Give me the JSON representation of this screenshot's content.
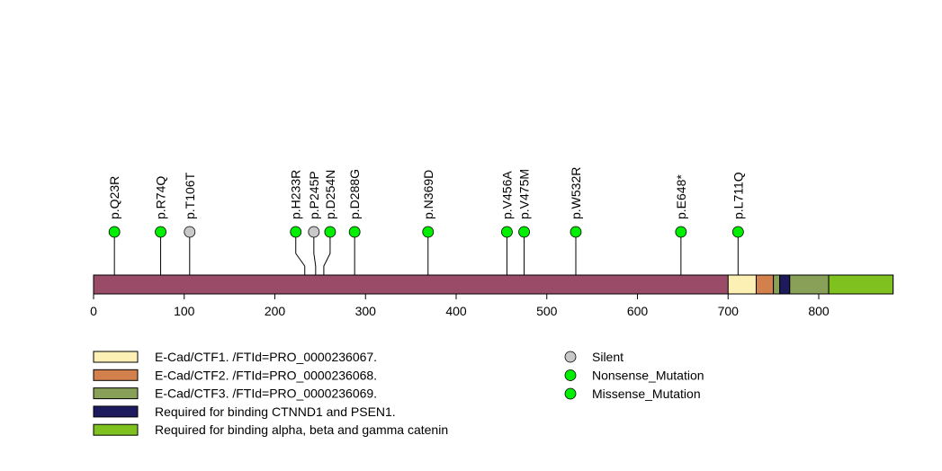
{
  "chart_data": {
    "type": "lollipop",
    "xlim": [
      0,
      882
    ],
    "ticks": [
      0,
      100,
      200,
      300,
      400,
      500,
      600,
      700,
      800
    ],
    "protein_length": 882,
    "backbone_color": "#9a4b67",
    "domains": [
      {
        "name": "E-Cad/CTF1. /FTId=PRO_0000236067.",
        "start": 700,
        "end": 731,
        "color": "#fdf0b4"
      },
      {
        "name": "E-Cad/CTF2. /FTId=PRO_0000236068.",
        "start": 731,
        "end": 750,
        "color": "#d2814c"
      },
      {
        "name": "E-Cad/CTF3. /FTId=PRO_0000236069.",
        "start": 750,
        "end": 757,
        "color": "#88a058"
      },
      {
        "name": "Required for binding CTNND1 and PSEN1.",
        "start": 757,
        "end": 768,
        "color": "#1e1a5e"
      },
      {
        "name": "E-Cad/CTF3. /FTId=PRO_0000236069.",
        "start": 768,
        "end": 811,
        "color": "#88a058",
        "legend": false
      },
      {
        "name": "Required for binding alpha, beta and gamma catenin",
        "start": 811,
        "end": 882,
        "color": "#7fc11f"
      }
    ],
    "mutations": [
      {
        "label": "p.Q23R",
        "pos": 23,
        "type": "Missense_Mutation"
      },
      {
        "label": "p.R74Q",
        "pos": 74,
        "type": "Missense_Mutation"
      },
      {
        "label": "p.T106T",
        "pos": 106,
        "type": "Silent"
      },
      {
        "label": "p.H233R",
        "pos": 233,
        "type": "Missense_Mutation"
      },
      {
        "label": "p.P245P",
        "pos": 245,
        "type": "Silent"
      },
      {
        "label": "p.D254N",
        "pos": 254,
        "type": "Missense_Mutation"
      },
      {
        "label": "p.D288G",
        "pos": 288,
        "type": "Missense_Mutation"
      },
      {
        "label": "p.N369D",
        "pos": 369,
        "type": "Missense_Mutation"
      },
      {
        "label": "p.V456A",
        "pos": 456,
        "type": "Missense_Mutation"
      },
      {
        "label": "p.V475M",
        "pos": 475,
        "type": "Missense_Mutation"
      },
      {
        "label": "p.W532R",
        "pos": 532,
        "type": "Missense_Mutation"
      },
      {
        "label": "p.E648*",
        "pos": 648,
        "type": "Nonsense_Mutation"
      },
      {
        "label": "p.L711Q",
        "pos": 711,
        "type": "Missense_Mutation"
      }
    ],
    "mutation_legend": [
      {
        "name": "Silent",
        "color": "#c8c8c8"
      },
      {
        "name": "Nonsense_Mutation",
        "color": "#00ee00"
      },
      {
        "name": "Missense_Mutation",
        "color": "#00ee00"
      }
    ]
  }
}
